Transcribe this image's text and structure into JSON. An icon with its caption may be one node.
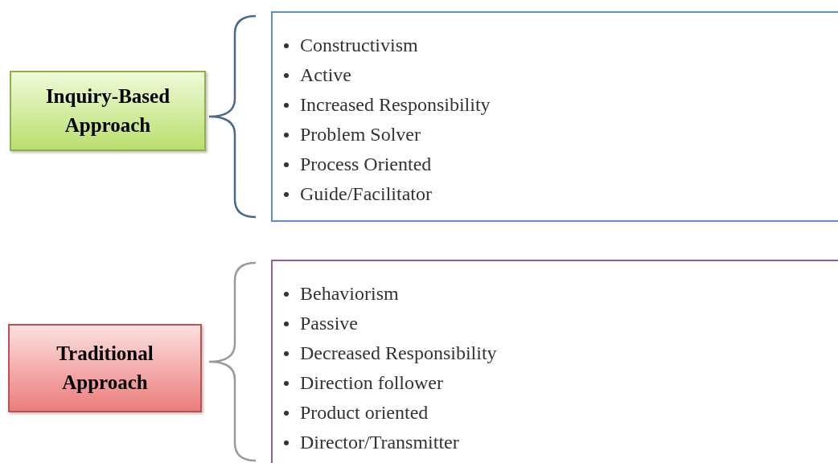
{
  "diagram": {
    "nodes": [
      {
        "text": [
          "Inquiry-Based Approach"
        ]
      },
      {
        "text": [
          "Constructivism",
          "Active",
          "Increased Responsibility",
          "Problem Solver",
          "Process Oriented",
          "Guide/Facilitator"
        ]
      },
      {
        "text": [
          "Traditional Approach"
        ]
      },
      {
        "text": [
          "Behaviorism",
          "Passive",
          "Decreased Responsibility",
          "Direction follower",
          "Product oriented",
          "Director/Transmitter"
        ]
      }
    ]
  }
}
